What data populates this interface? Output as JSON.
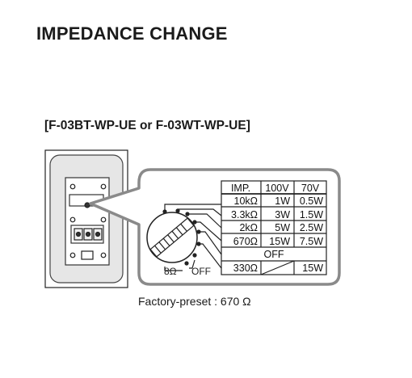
{
  "title": "IMPEDANCE CHANGE",
  "subtitle": "[F-03BT-WP-UE or F-03WT-WP-UE]",
  "caption": "Factory-preset : 670 Ω",
  "table": {
    "header": [
      "IMP.",
      "100V",
      "70V"
    ],
    "rows": [
      [
        "10kΩ",
        "1W",
        "0.5W"
      ],
      [
        "3.3kΩ",
        "3W",
        "1.5W"
      ],
      [
        "2kΩ",
        "5W",
        "2.5W"
      ],
      [
        "670Ω",
        "15W",
        "7.5W"
      ]
    ],
    "off_label": "OFF",
    "last_row": {
      "imp": "330Ω",
      "w70": "15W"
    }
  },
  "dial": {
    "left_label": "8Ω",
    "right_label": "OFF"
  }
}
